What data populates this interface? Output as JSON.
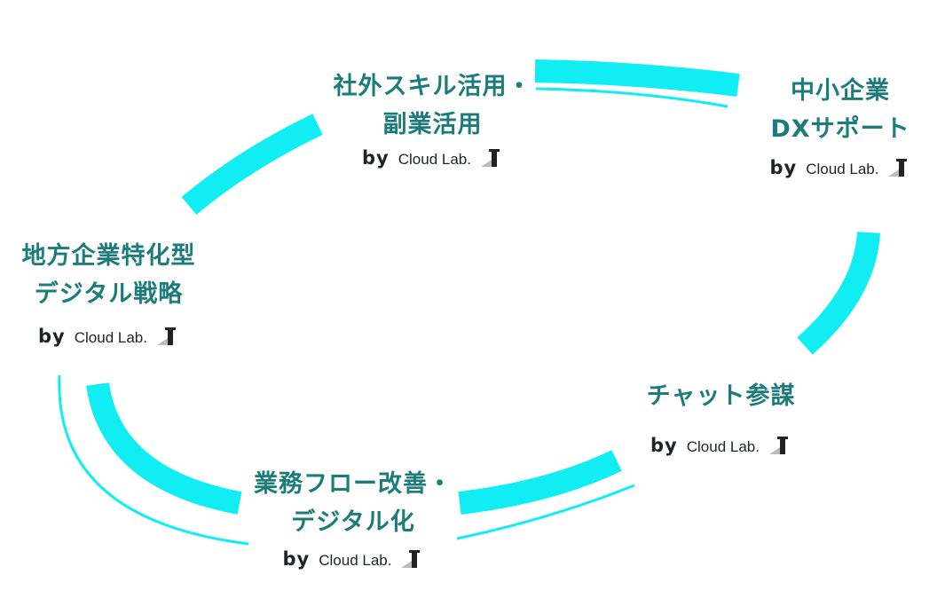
{
  "brand": {
    "by": "by",
    "name": "Cloud Lab."
  },
  "nodes": {
    "skills": {
      "line1": "社外スキル活用・",
      "line2": "副業活用"
    },
    "dx": {
      "line1": "中小企業",
      "line2": "DXサポート"
    },
    "regional": {
      "line1": "地方企業特化型",
      "line2": "デジタル戦略"
    },
    "chat": {
      "line1": "チャット参謀"
    },
    "workflow": {
      "line1": "業務フロー改善・",
      "line2": "デジタル化"
    }
  },
  "colors": {
    "arc": "#11eef3",
    "title": "#1c7c7c",
    "text": "#1f2328"
  }
}
